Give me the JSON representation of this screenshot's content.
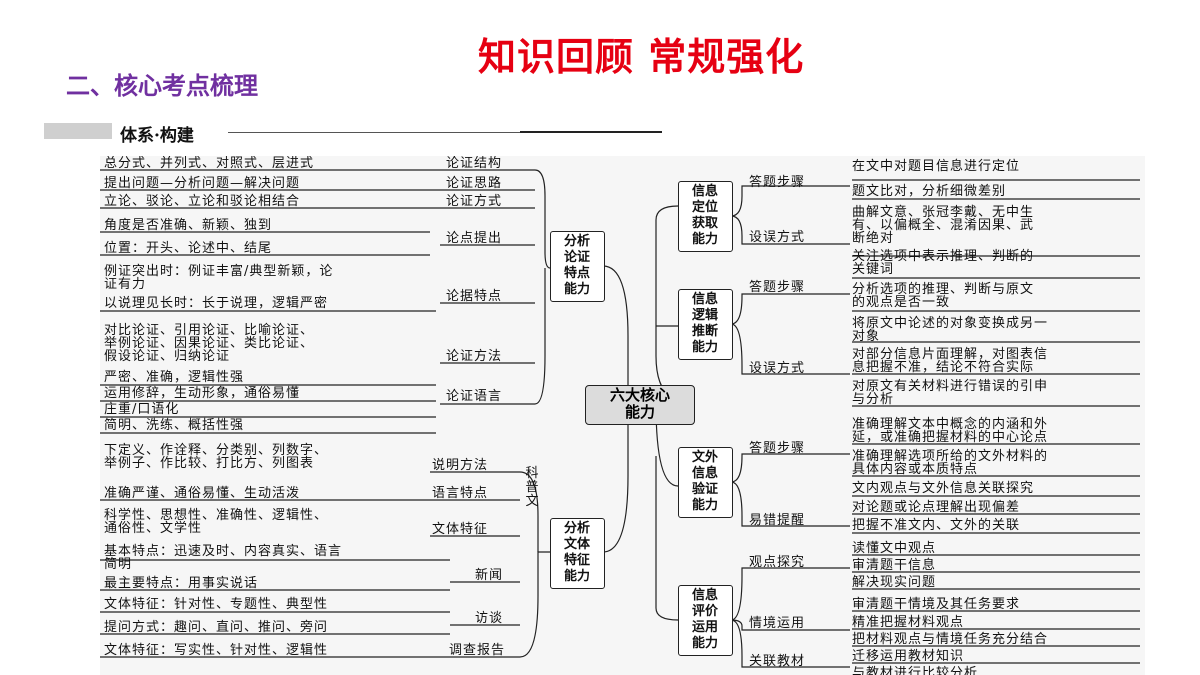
{
  "header": {
    "title": "知识回顾 常规强化",
    "subtitle": "二、核心考点梳理",
    "section_label": "体系·构建"
  },
  "mindmap": {
    "center": "六大核心\n能力",
    "left_groups": [
      {
        "name": "分析\n论证\n特点\n能力",
        "branches": [
          {
            "label": "论证结构",
            "items": [
              "总分式、并列式、对照式、层进式"
            ]
          },
          {
            "label": "论证思路",
            "items": [
              "提出问题—分析问题—解决问题"
            ]
          },
          {
            "label": "论证方式",
            "items": [
              "立论、驳论、立论和驳论相结合"
            ]
          },
          {
            "label": "论点提出",
            "items": [
              "角度是否准确、新颖、独到",
              "位置：开头、论述中、结尾"
            ]
          },
          {
            "label": "论据特点",
            "items": [
              "例证突出时：例证丰富/典型新颖，论\n证有力",
              "以说理见长时：长于说理，逻辑严密"
            ]
          },
          {
            "label": "论证方法",
            "items": [
              "对比论证、引用论证、比喻论证、\n举例论证、因果论证、类比论证、\n假设论证、归纳论证"
            ]
          },
          {
            "label": "论证语言",
            "items": [
              "严密、准确，逻辑性强",
              "运用修辞，生动形象，通俗易懂",
              "庄重/口语化",
              "简明、洗练、概括性强"
            ]
          }
        ]
      },
      {
        "name": "分析\n文体\n特征\n能力",
        "branches": [
          {
            "label": "说明方法",
            "items": [
              "下定义、作诠释、分类别、列数字、\n举例子、作比较、打比方、列图表"
            ]
          },
          {
            "label": "语言特点",
            "items": [
              "准确严谨、通俗易懂、生动活泼"
            ]
          },
          {
            "label": "文体特征",
            "items": [
              "科学性、思想性、准确性、逻辑性、\n通俗性、文学性"
            ]
          },
          {
            "label": "新闻",
            "items": [
              "基本特点：迅速及时、内容真实、语言\n简明",
              "最主要特点：用事实说话"
            ]
          },
          {
            "label": "访谈",
            "items": [
              "文体特征：针对性、专题性、典型性",
              "提问方式：趣问、直问、推问、旁问"
            ]
          },
          {
            "label": "调查报告",
            "items": [
              "文体特征：写实性、针对性、逻辑性"
            ]
          }
        ],
        "side_label": "科普文"
      }
    ],
    "right_groups": [
      {
        "name": "信息\n定位\n获取\n能力",
        "branches": [
          {
            "label": "答题步骤",
            "items": [
              "在文中对题目信息进行定位",
              "题文比对，分析细微差别"
            ]
          },
          {
            "label": "设误方式",
            "items": [
              "曲解文意、张冠李戴、无中生\n有、以偏概全、混淆因果、武\n断绝对"
            ]
          }
        ]
      },
      {
        "name": "信息\n逻辑\n推断\n能力",
        "branches": [
          {
            "label": "答题步骤",
            "items": [
              "关注选项中表示推理、判断的\n关键词",
              "分析选项的推理、判断与原文\n的观点是否一致"
            ]
          },
          {
            "label": "设误方式",
            "items": [
              "将原文中论述的对象变换成另一\n对象",
              "对部分信息片面理解，对图表信\n息把握不准，结论不符合实际",
              "对原文有关材料进行错误的引申\n与分析"
            ]
          }
        ]
      },
      {
        "name": "文外\n信息\n验证\n能力",
        "branches": [
          {
            "label": "答题步骤",
            "items": [
              "准确理解文本中概念的内涵和外\n延，或准确把握材料的中心论点",
              "准确理解选项所给的文外材料的\n具体内容或本质特点",
              "文内观点与文外信息关联探究"
            ]
          },
          {
            "label": "易错提醒",
            "items": [
              "对论题或论点理解出现偏差",
              "把握不准文内、文外的关联"
            ]
          }
        ]
      },
      {
        "name": "信息\n评价\n运用\n能力",
        "branches": [
          {
            "label": "观点探究",
            "items": [
              "读懂文中观点",
              "审清题干信息",
              "解决现实问题"
            ]
          },
          {
            "label": "情境运用",
            "items": [
              "审清题干情境及其任务要求",
              "精准把握材料观点",
              "把材料观点与情境任务充分结合"
            ]
          },
          {
            "label": "关联教材",
            "items": [
              "迁移运用教材知识",
              "与教材进行比较分析"
            ]
          }
        ]
      }
    ]
  }
}
